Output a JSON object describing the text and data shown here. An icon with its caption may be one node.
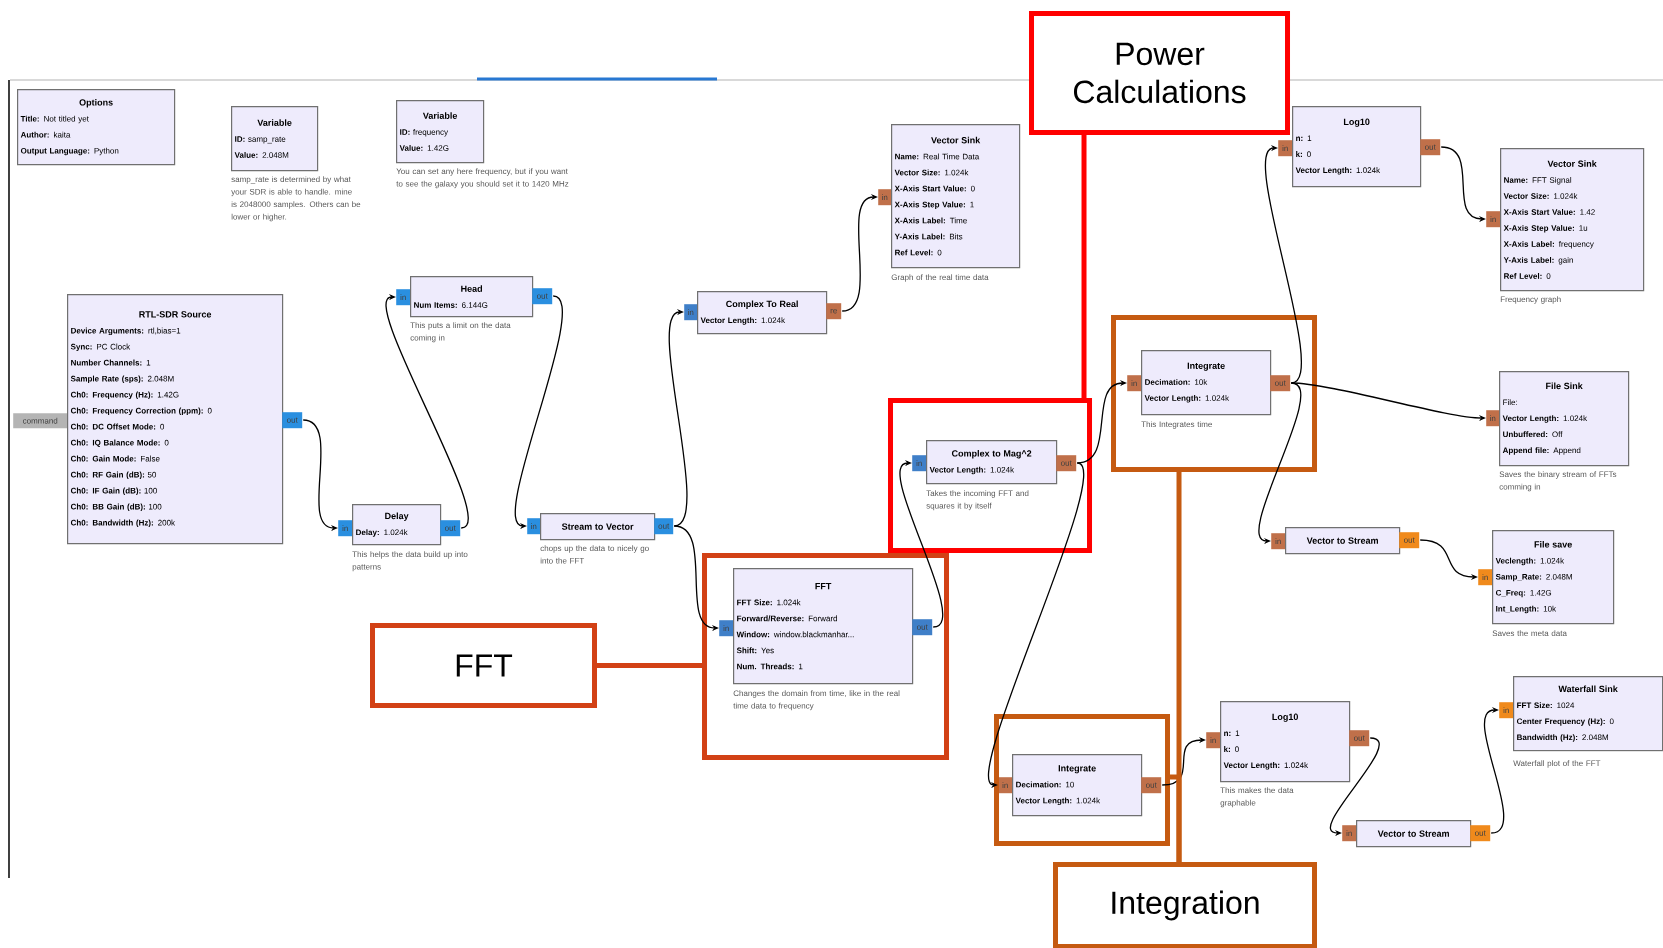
{
  "diagram": {
    "nodes": [
      {
        "text": [
          "Power Calculations"
        ]
      },
      {
        "text": [
          "FFT"
        ]
      },
      {
        "text": [
          "Integration"
        ]
      },
      {
        "text": [
          "Options",
          "**Title:** Not titled yet",
          "**Author:** kaita",
          "**Output Language:** Python"
        ]
      },
      {
        "text": [
          "Variable",
          "**ID:** samp_rate",
          "**Value:** 2.048M"
        ],
        "beside": [
          "samp_rate is determined by what your SDR is able to handle. mine is 2048000 samples. Others can be lower or higher."
        ]
      },
      {
        "text": [
          "Variable",
          "**ID:** frequency",
          "**Value:** 1.42G"
        ],
        "beside": [
          "You can set any here frequency, but if you want to see the galaxy you should set it to 1420 MHz"
        ]
      },
      {
        "text": [
          "RTL-SDR Source",
          "**Device Arguments:** rtl,bias=1",
          "**Sync:** PC Clock",
          "**Number Channels:** 1",
          "**Sample Rate (sps):** 2.048M",
          "**Ch0: Frequency (Hz):** 1.42G",
          "**Ch0: Frequency Correction (ppm):** 0",
          "**Ch0: DC Offset Mode:** 0",
          "**Ch0: IQ Balance Mode:** 0",
          "**Ch0: Gain Mode:** False",
          "**Ch0: RF Gain (dB):** 50",
          "**Ch0: IF Gain (dB):** 100",
          "**Ch0: BB Gain (dB):** 100",
          "**Ch0: Bandwidth (Hz):** 200k"
        ]
      },
      {
        "text": [
          "Head",
          "**Num Items:** 6.144G"
        ],
        "beside": [
          "This puts a limit on the data coming in"
        ]
      },
      {
        "text": [
          "Delay",
          "**Delay:** 1.024k"
        ],
        "beside": [
          "This helps the data build up into patterns"
        ]
      },
      {
        "text": [
          "Stream to Vector"
        ],
        "beside": [
          "chops up the data to nicely go into the FFT"
        ]
      },
      {
        "text": [
          "Complex To Real",
          "**Vector Length:** 1.024k"
        ]
      },
      {
        "text": [
          "Vector Sink",
          "**Name:** Real Time Data",
          "**Vector Size:** 1.024k",
          "**X-Axis Start Value:** 0",
          "**X-Axis Step Value:** 1",
          "**X-Axis Label:** Time",
          "**Y-Axis Label:** Bits",
          "**Ref Level:** 0"
        ],
        "beside": [
          "Graph of the real time data"
        ]
      },
      {
        "text": [],
        "shape": "box"
      },
      {
        "text": [
          "FFT",
          "**FFT Size:** 1.024k",
          "**Forward/Reverse:** Forward",
          "**Window:** window.blackmanhar...",
          "**Shift:** Yes",
          "**Num. Threads:** 1"
        ],
        "beside": [
          "Changes the domain from time, like in the real time data to frequency"
        ],
        "in": 12
      },
      {
        "text": [],
        "shape": "box"
      },
      {
        "text": [
          "Complex to Mag^2",
          "**Vector Length:** 1.024k"
        ],
        "beside": [
          "Takes the incoming FFT and squares it by itself"
        ],
        "in": 14
      },
      {
        "text": [],
        "shape": "box"
      },
      {
        "text": [
          "Integrate",
          "**Decimation:** 10k",
          "**Vector Length:** 1.024k"
        ],
        "beside": [
          "This Integrates time"
        ],
        "in": 16
      },
      {
        "text": [
          "Log10",
          "**n:** 1",
          "**k:** 0",
          "**Vector Length:** 1.024k"
        ]
      },
      {
        "text": [
          "Vector Sink",
          "**Name:** FFT Signal",
          "**Vector Size:** 1.024k",
          "**X-Axis Start Value:** 1.42",
          "**X-Axis Step Value:** 1u",
          "**X-Axis Label:** frequency",
          "**Y-Axis Label:** gain",
          "**Ref Level:** 0"
        ],
        "beside": [
          "Frequency graph"
        ]
      },
      {
        "text": [
          "File Sink",
          "File:",
          "**Vector Length:** 1.024k",
          "**Unbuffered:** Off",
          "**Append file:** Append"
        ],
        "beside": [
          "Saves the binary stream of FFTs comming in"
        ]
      },
      {
        "text": [
          "Vector to Stream"
        ]
      },
      {
        "text": [
          "File save",
          "**Veclength:** 1.024k",
          "**Samp_Rate:** 2.048M",
          "**C_Freq:** 1.42G",
          "**Int_Length:** 10k"
        ],
        "beside": [
          "Saves the meta data"
        ]
      },
      {
        "text": [],
        "shape": "box"
      },
      {
        "text": [
          "Integrate",
          "**Decimation:** 10",
          "**Vector Length:** 1.024k"
        ],
        "in": 23
      },
      {
        "text": [
          "Log10",
          "**n:** 1",
          "**k:** 0",
          "**Vector Length:** 1.024k"
        ],
        "beside": [
          "This makes the data graphable"
        ]
      },
      {
        "text": [
          "Vector to Stream"
        ]
      },
      {
        "text": [
          "Waterfall Sink",
          "**FFT Size:** 1024",
          "**Center Frequency (Hz):** 0",
          "**Bandwidth (Hz):** 2.048M"
        ],
        "beside": [
          "Waterfall plot of the FFT"
        ]
      }
    ],
    "edges": [
      {
        "from": 6,
        "to": 8,
        "arrow": "to"
      },
      {
        "from": 8,
        "to": 7,
        "arrow": "to"
      },
      {
        "from": 7,
        "to": 9,
        "arrow": "to"
      },
      {
        "from": 9,
        "to": 10,
        "arrow": "to"
      },
      {
        "from": 9,
        "to": 13,
        "arrow": "to"
      },
      {
        "from": 10,
        "to": 11,
        "arrow": "to"
      },
      {
        "from": 13,
        "to": 15,
        "arrow": "to"
      },
      {
        "from": 15,
        "to": 17,
        "arrow": "to"
      },
      {
        "from": 15,
        "to": 24,
        "arrow": "to"
      },
      {
        "from": 17,
        "to": 18,
        "arrow": "to"
      },
      {
        "from": 17,
        "to": 20,
        "arrow": "to"
      },
      {
        "from": 17,
        "to": 21,
        "arrow": "to"
      },
      {
        "from": 18,
        "to": 19,
        "arrow": "to"
      },
      {
        "from": 21,
        "to": 22,
        "arrow": "to"
      },
      {
        "from": 24,
        "to": 25,
        "arrow": "to"
      },
      {
        "from": 25,
        "to": 26,
        "arrow": "to"
      },
      {
        "from": 26,
        "to": 27,
        "arrow": "to"
      },
      {
        "from": 0,
        "to": 14,
        "arrow": "none",
        "style": "thick",
        "color": "#ff0000"
      },
      {
        "from": 1,
        "to": 12,
        "arrow": "none",
        "style": "thick",
        "color": "#d24115"
      },
      {
        "from": 2,
        "to": 16,
        "arrow": "none",
        "style": "thick",
        "color": "#c55a11"
      },
      {
        "from": 2,
        "to": 23,
        "arrow": "none",
        "style": "thick",
        "color": "#c55a11"
      }
    ],
    "labels": [
      "command",
      "out",
      "in",
      "out",
      "in",
      "out",
      "in",
      "out",
      "in",
      "re",
      "in",
      "in",
      "out",
      "in",
      "out",
      "in",
      "out",
      "in",
      "out",
      "in",
      "in",
      "in",
      "out",
      "in",
      "in",
      "out",
      "in",
      "out",
      "in",
      "out",
      "in"
    ]
  }
}
